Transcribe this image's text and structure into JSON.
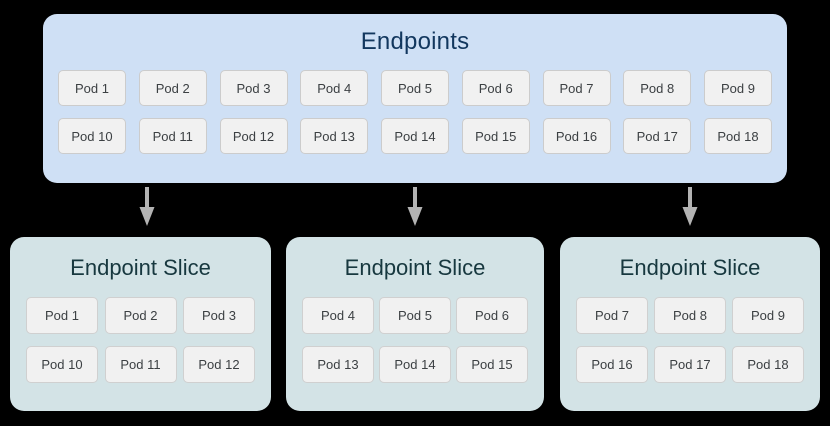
{
  "diagram": {
    "endpoints": {
      "title": "Endpoints",
      "bg_color": "#cfe0f5",
      "title_color": "#12375e",
      "rows": [
        [
          "Pod 1",
          "Pod 2",
          "Pod 3",
          "Pod 4",
          "Pod 5",
          "Pod 6",
          "Pod 7",
          "Pod 8",
          "Pod 9"
        ],
        [
          "Pod 10",
          "Pod 11",
          "Pod 12",
          "Pod 13",
          "Pod 14",
          "Pod 15",
          "Pod 16",
          "Pod 17",
          "Pod 18"
        ]
      ]
    },
    "arrows": {
      "color": "#b3b3b3",
      "count": 3,
      "direction": "down"
    },
    "slices": [
      {
        "title": "Endpoint Slice",
        "bg_color": "#d3e3e6",
        "title_color": "#17383f",
        "rows": [
          [
            "Pod 1",
            "Pod 2",
            "Pod 3"
          ],
          [
            "Pod 10",
            "Pod 11",
            "Pod 12"
          ]
        ]
      },
      {
        "title": "Endpoint Slice",
        "bg_color": "#d3e3e6",
        "title_color": "#17383f",
        "rows": [
          [
            "Pod 4",
            "Pod 5",
            "Pod 6"
          ],
          [
            "Pod 13",
            "Pod 14",
            "Pod 15"
          ]
        ]
      },
      {
        "title": "Endpoint Slice",
        "bg_color": "#d3e3e6",
        "title_color": "#17383f",
        "rows": [
          [
            "Pod 7",
            "Pod 8",
            "Pod 9"
          ],
          [
            "Pod 16",
            "Pod 17",
            "Pod 18"
          ]
        ]
      }
    ]
  }
}
